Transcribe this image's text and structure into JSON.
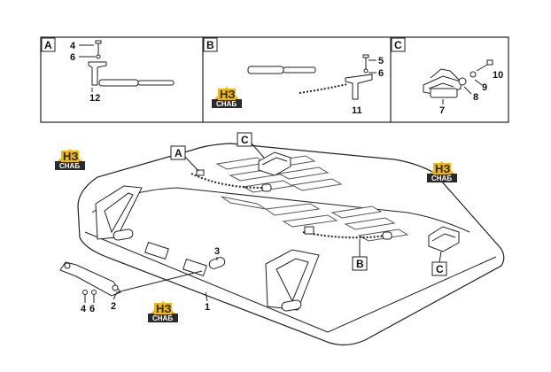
{
  "detail_panels": [
    {
      "key": "A",
      "parts": [
        "4",
        "6",
        "12"
      ]
    },
    {
      "key": "B",
      "parts": [
        "5",
        "6",
        "11"
      ]
    },
    {
      "key": "C",
      "parts": [
        "10",
        "9",
        "8",
        "7"
      ]
    }
  ],
  "callouts": {
    "A": "A",
    "B": "B",
    "C": "C",
    "p1": "1",
    "p2": "2",
    "p3": "3",
    "p4": "4",
    "p6": "6"
  },
  "logo": {
    "letters": "НЗ",
    "word": "СНАБ",
    "accent": "#f5b800",
    "dark": "#2a2a2a"
  }
}
